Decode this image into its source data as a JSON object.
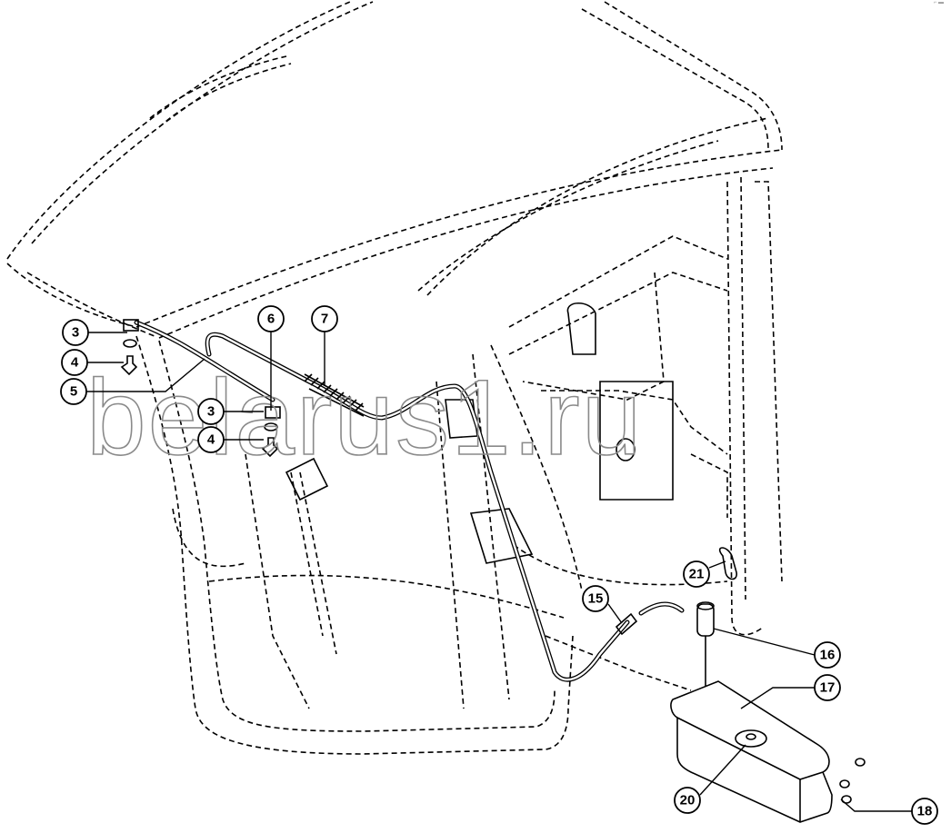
{
  "diagram": {
    "watermark": "belarus1.ru",
    "corner_mark": "⌐ ▬",
    "callouts": {
      "c3a": "3",
      "c4a": "4",
      "c5": "5",
      "c6": "6",
      "c7": "7",
      "c3b": "3",
      "c4b": "4",
      "c15": "15",
      "c21": "21",
      "c16": "16",
      "c17": "17",
      "c20": "20",
      "c18": "18"
    }
  }
}
